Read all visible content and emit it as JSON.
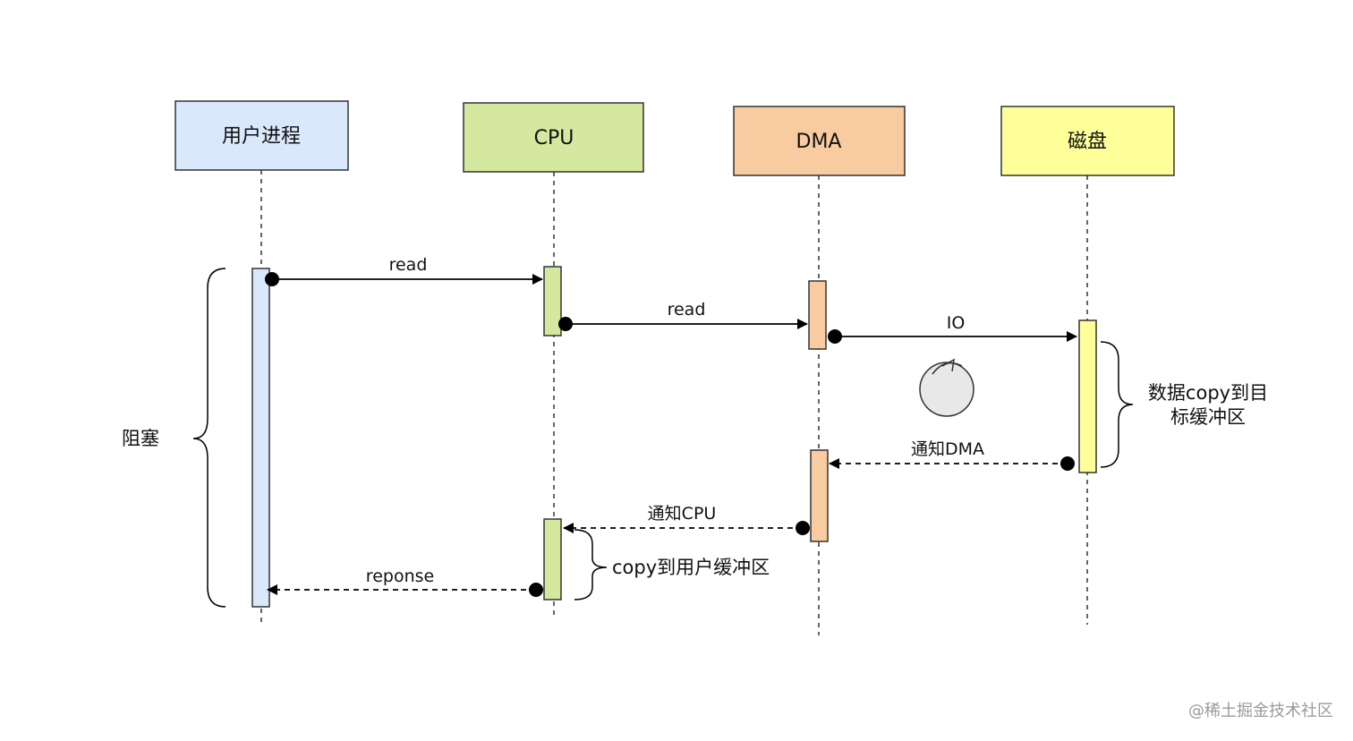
{
  "participants": [
    {
      "id": "user",
      "label": "用户进程",
      "fill": "#dae8fc"
    },
    {
      "id": "cpu",
      "label": "CPU",
      "fill": "#d5e8a0"
    },
    {
      "id": "dma",
      "label": "DMA",
      "fill": "#f8cba0"
    },
    {
      "id": "disk",
      "label": "磁盘",
      "fill": "#ffff99"
    }
  ],
  "messages": [
    {
      "id": "read-1",
      "label": "read",
      "from": "user",
      "to": "cpu",
      "style": "solid"
    },
    {
      "id": "read-2",
      "label": "read",
      "from": "cpu",
      "to": "dma",
      "style": "solid"
    },
    {
      "id": "io",
      "label": "IO",
      "from": "dma",
      "to": "disk",
      "style": "solid"
    },
    {
      "id": "notify-dma",
      "label": "通知DMA",
      "from": "disk",
      "to": "dma",
      "style": "dashed"
    },
    {
      "id": "notify-cpu",
      "label": "通知CPU",
      "from": "dma",
      "to": "cpu",
      "style": "dashed"
    },
    {
      "id": "response",
      "label": "reponse",
      "from": "cpu",
      "to": "user",
      "style": "dashed"
    }
  ],
  "notes": {
    "blocking": "阻塞",
    "disk_copy_line1": "数据copy到目",
    "disk_copy_line2": "标缓冲区",
    "cpu_copy": "copy到用户缓冲区"
  },
  "icons": {
    "wait": "rotate-wait-icon"
  },
  "watermark": "@稀土掘金技术社区"
}
